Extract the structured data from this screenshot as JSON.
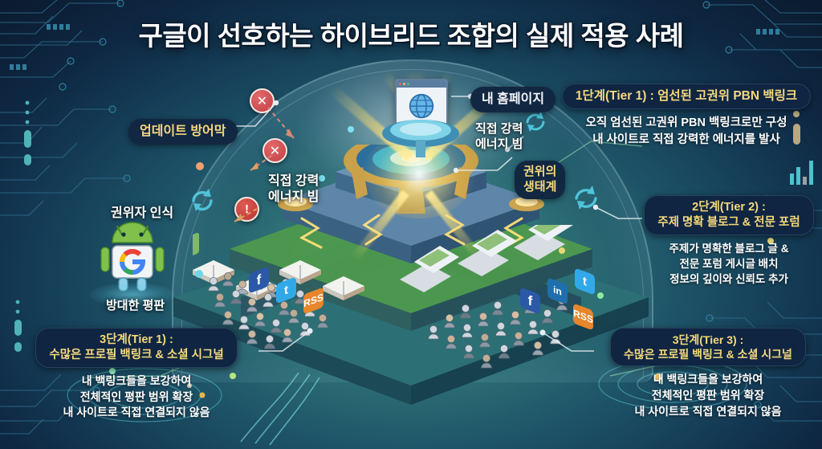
{
  "title": "구글이 선호하는 하이브리드 조합의 실제 적용 사례",
  "labels": {
    "shield": "업데이트 방어막",
    "authority_recognition": "권위자 인식",
    "vast_reputation": "방대한 평판",
    "beam_left": "직접 강력\n에너지 빔",
    "beam_right": "직접 강력\n에너지 빔",
    "my_homepage": "내 홈페이지",
    "ecosystem": "권위의\n생태계"
  },
  "tiers": [
    {
      "id": "tier1",
      "header": "1단계(Tier 1) : 엄선된 고권위 PBN 백링크",
      "body": "오직 엄선된 고권위 PBN 백링크로만 구성\n내 사이트로 직접 강력한 에너지를 발사"
    },
    {
      "id": "tier2",
      "header": "2단계(Tier 2) :\n주제 명확 블로그 & 전문 포럼",
      "body": "주제가 명확한 블로그 글 &\n전문 포럼 게시글 배치\n정보의 깊이와 신뢰도 추가"
    },
    {
      "id": "tier3-left",
      "header": "3단계(Tier 1) :\n수많은 프로필 백링크 & 소셜 시그널",
      "body": "내 백링크들을 보강하여\n전체적인 평판 범위 확장\n내 사이트로 직접 연결되지 않음"
    },
    {
      "id": "tier3-right",
      "header": "3단계(Tier 3) :\n수많은 프로필 백링크 & 소셜 시그널",
      "body": "내 백링크들을 보강하여\n전체적인 평판 범위 확장\n내 사이트로 직접 연결되지 않음"
    }
  ],
  "icons": {
    "blocked_1": "✕",
    "blocked_2": "✕",
    "warning": "!",
    "google_g": "G",
    "social": [
      "f",
      "t",
      "in",
      "RSS"
    ]
  },
  "colors": {
    "background": "#0c1b30",
    "dome": "#bdf0f6",
    "gold_text": "#f6d97b",
    "pill_bg": "#122742",
    "beam": "#ffe07a",
    "ground": "#2f7377",
    "danger": "#c23f43"
  }
}
